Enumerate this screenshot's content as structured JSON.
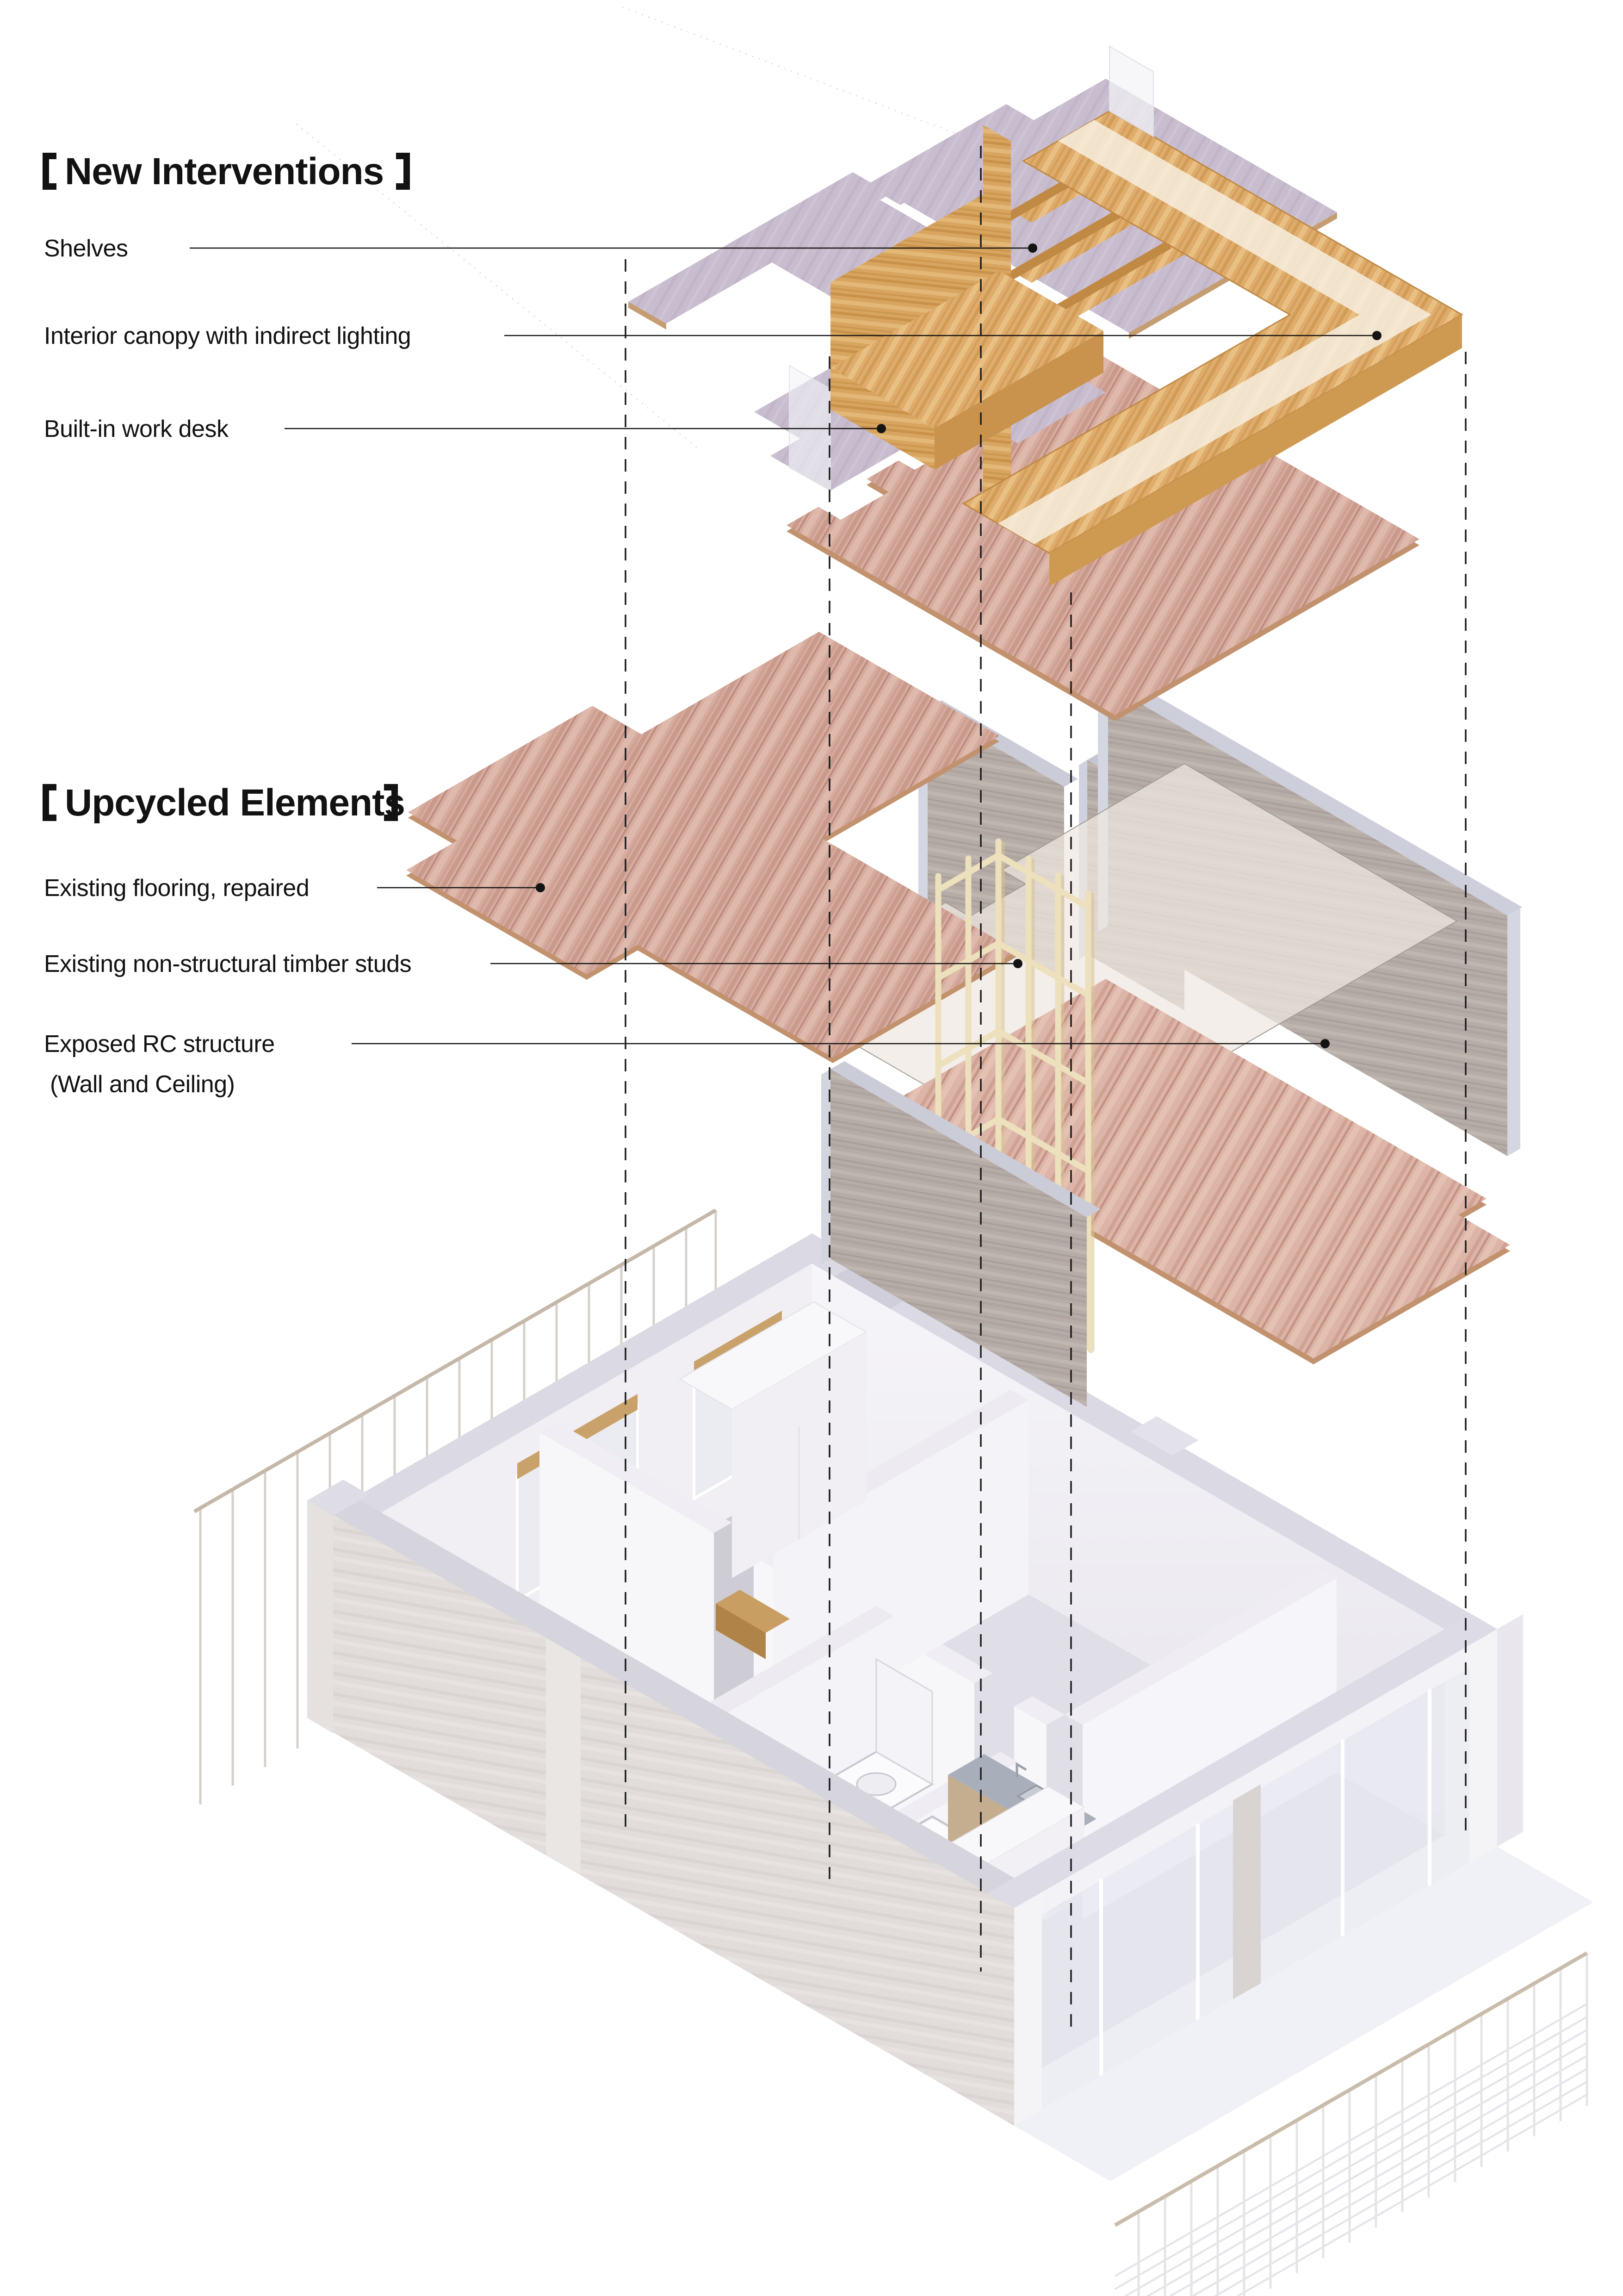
{
  "page": {
    "background": "#ffffff",
    "kind": "exploded axonometric renovation diagram"
  },
  "sections": [
    {
      "id": "new-interventions",
      "bracket_open": "【",
      "bracket_close": "】",
      "title": "New Interventions",
      "labels": [
        {
          "text": "Shelves"
        },
        {
          "text": "Interior canopy with indirect lighting"
        },
        {
          "text": "Built-in work desk"
        }
      ]
    },
    {
      "id": "upcycled-elements",
      "bracket_open": "【",
      "bracket_close": "】",
      "title": "Upcycled Elements",
      "labels": [
        {
          "text": "Existing flooring, repaired"
        },
        {
          "text": "Existing non-structural timber studs"
        },
        {
          "text": "Exposed RC structure",
          "sub": "(Wall and Ceiling)"
        }
      ]
    }
  ],
  "diagram": {
    "layers": [
      "new interventions (shelves, canopy, desk, new floor)",
      "upcycled elements (flooring, timber studs, RC walls, ceiling)",
      "existing apartment model"
    ],
    "colors": {
      "shelf_panel_lilac": "#CBBFD2",
      "wood_gold": "#DFAC6B",
      "wood_translucent_band": "#F6ECDC",
      "floor_pink": "#D6ABA0",
      "concrete_grey": "#B8AEA9",
      "concrete_edge_light": "#D7DAE6",
      "timber_stud_cream": "#EDE0BC",
      "ceiling_plane": "#EFE8E0",
      "model_white": "#F4F3F7",
      "leader_line": "#141414",
      "dashed_line": "#1C1C1C"
    }
  }
}
